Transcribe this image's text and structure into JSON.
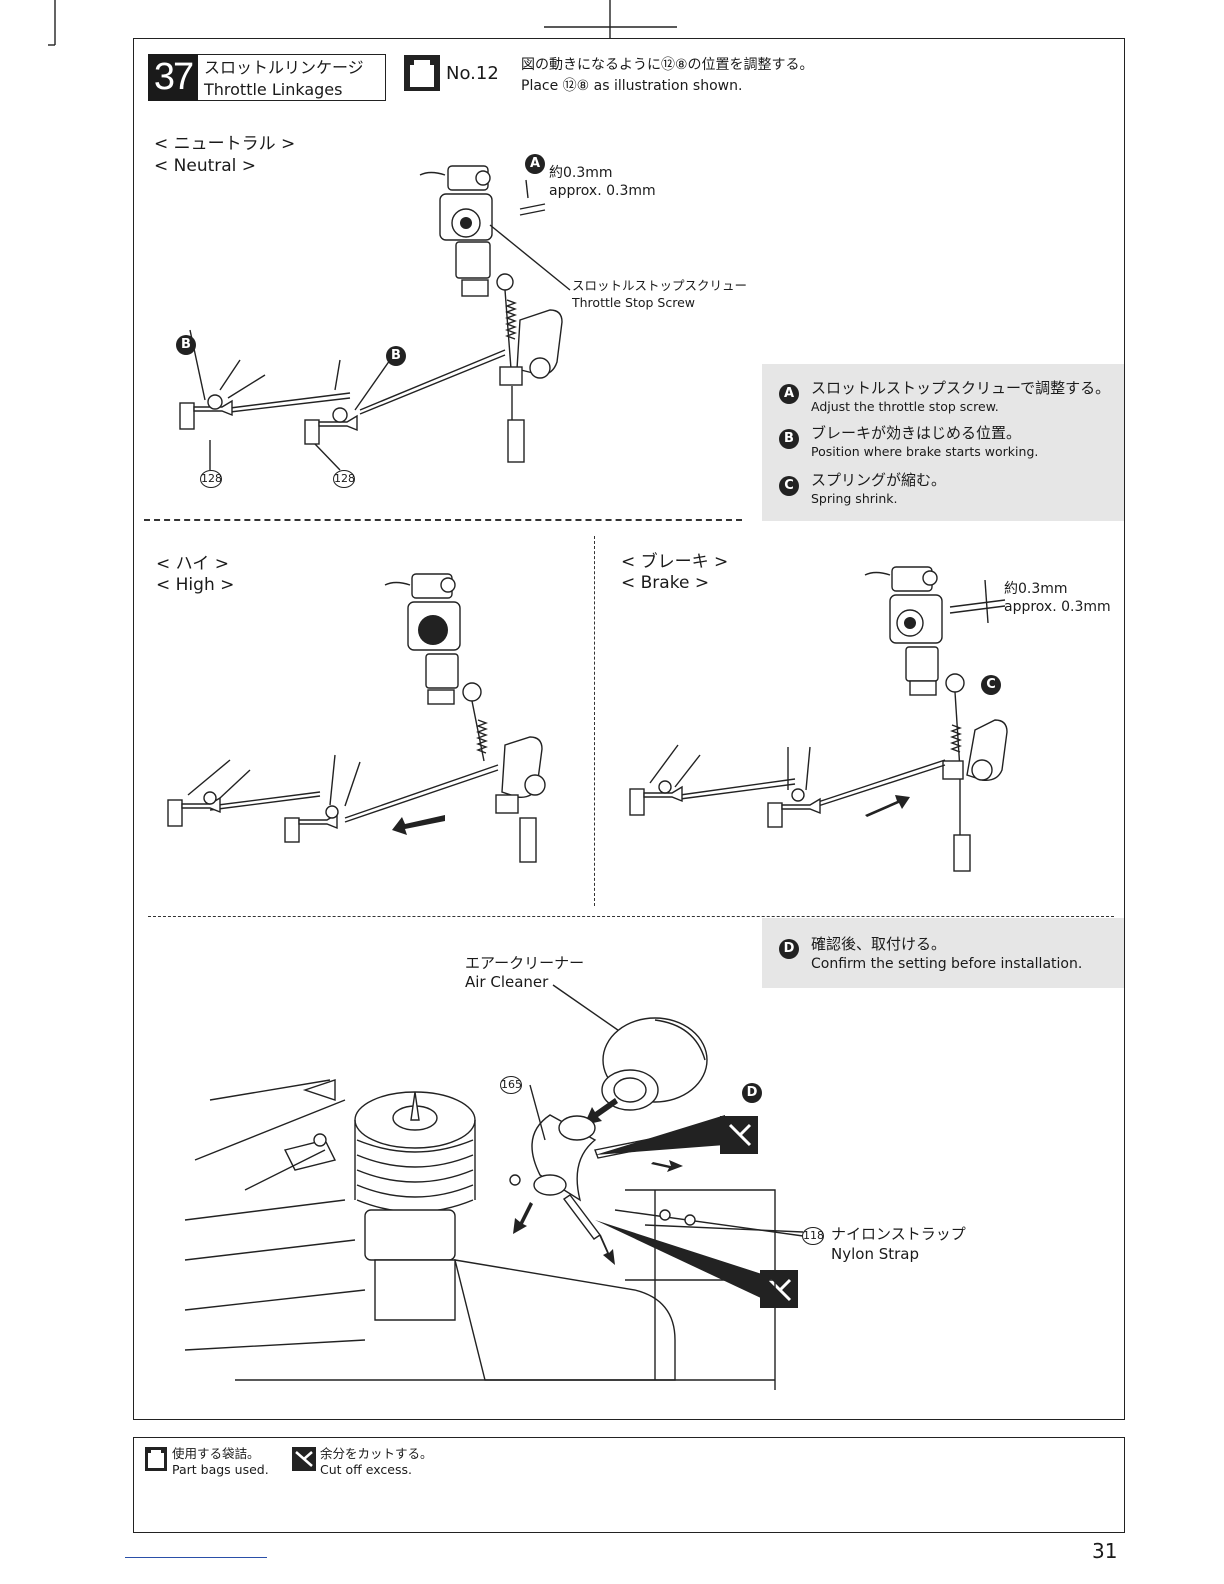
{
  "header": {
    "step_number": "37",
    "title_jp": "スロットルリンケージ",
    "title_en": "Throttle Linkages",
    "bag_label": "No.12",
    "instruction_jp": "図の動きになるように⑫⑧の位置を調整する。",
    "instruction_en": "Place ⑫⑧ as illustration shown."
  },
  "neutral": {
    "title_jp": "< ニュートラル >",
    "title_en": "< Neutral  >",
    "callout_a": "A",
    "gap_jp": "約0.3mm",
    "gap_en": "approx. 0.3mm",
    "screw_jp": "スロットルストップスクリュー",
    "screw_en": "Throttle Stop Screw",
    "callout_b": "B",
    "part_no": "128"
  },
  "notes": [
    {
      "letter": "A",
      "jp": "スロットルストップスクリューで調整する。",
      "en": "Adjust the throttle stop screw."
    },
    {
      "letter": "B",
      "jp": "ブレーキが効きはじめる位置。",
      "en": "Position where brake starts working."
    },
    {
      "letter": "C",
      "jp": "スプリングが縮む。",
      "en": "Spring shrink."
    }
  ],
  "high": {
    "title_jp": "< ハイ >",
    "title_en": "< High  >"
  },
  "brake": {
    "title_jp": "< ブレーキ  >",
    "title_en": "< Brake >",
    "gap_jp": "約0.3mm",
    "gap_en": "approx. 0.3mm",
    "callout_c": "C"
  },
  "install": {
    "note_letter": "D",
    "note_jp": "確認後、取付ける。",
    "note_en": "Confirm the setting before installation.",
    "air_cleaner_jp": "エアークリーナー",
    "air_cleaner_en": "Air Cleaner",
    "part_165": "165",
    "part_118": "118",
    "strap_jp": "ナイロンストラップ",
    "strap_en": "Nylon Strap",
    "callout_d": "D"
  },
  "legend": {
    "bags_jp": "使用する袋詰。",
    "bags_en": "Part bags used.",
    "cut_jp": "余分をカットする。",
    "cut_en": "Cut off excess."
  },
  "page_number": "31"
}
